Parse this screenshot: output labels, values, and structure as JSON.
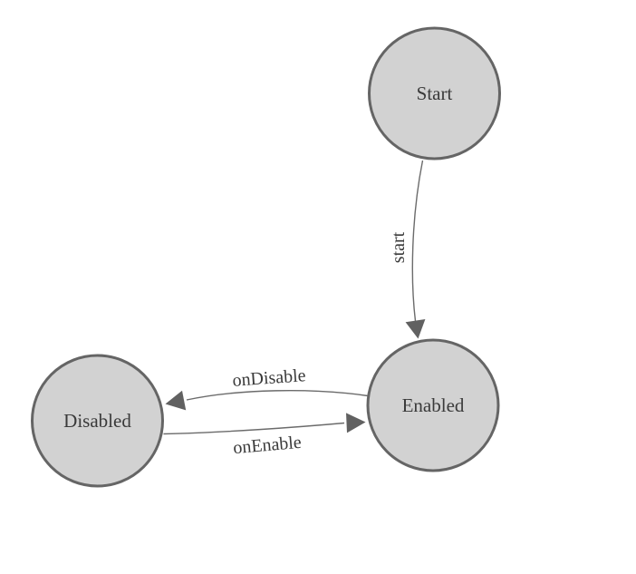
{
  "diagram": {
    "background_color": "#ffffff",
    "node_fill_color": "#d2d2d2",
    "node_border_color": "#656565",
    "edge_color": "#6b6b6b",
    "arrow_color": "#616161",
    "label_color": "#3a3a3a",
    "nodes": [
      {
        "label": "Start"
      },
      {
        "label": "Enabled"
      },
      {
        "label": "Disabled"
      }
    ],
    "edges": [
      {
        "label": "start",
        "from": "Start",
        "to": "Enabled"
      },
      {
        "label": "onDisable",
        "from": "Enabled",
        "to": "Disabled"
      },
      {
        "label": "onEnable",
        "from": "Disabled",
        "to": "Enabled"
      }
    ]
  }
}
